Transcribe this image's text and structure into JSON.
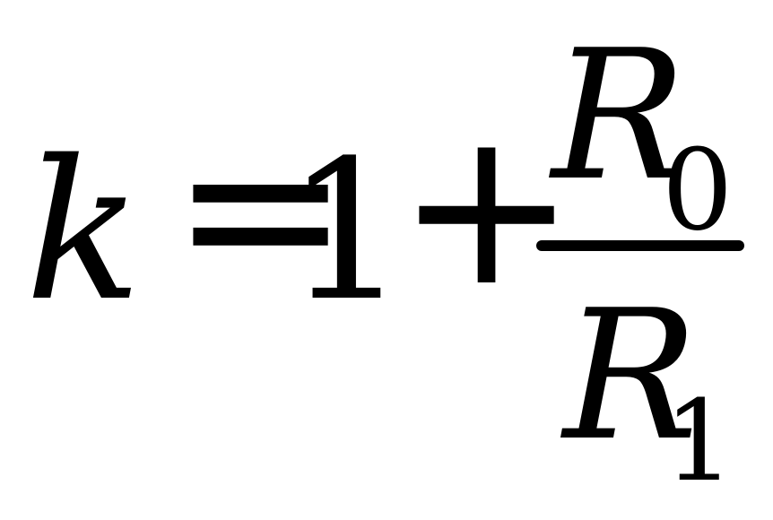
{
  "formula": {
    "lhs": "k",
    "equals": "=",
    "one": "1",
    "plus": "+",
    "numerator": {
      "symbol": "R",
      "subscript": "0"
    },
    "denominator": {
      "symbol": "R",
      "subscript": "1"
    }
  },
  "colors": {
    "background": "#ffffff",
    "ink": "#000000"
  }
}
